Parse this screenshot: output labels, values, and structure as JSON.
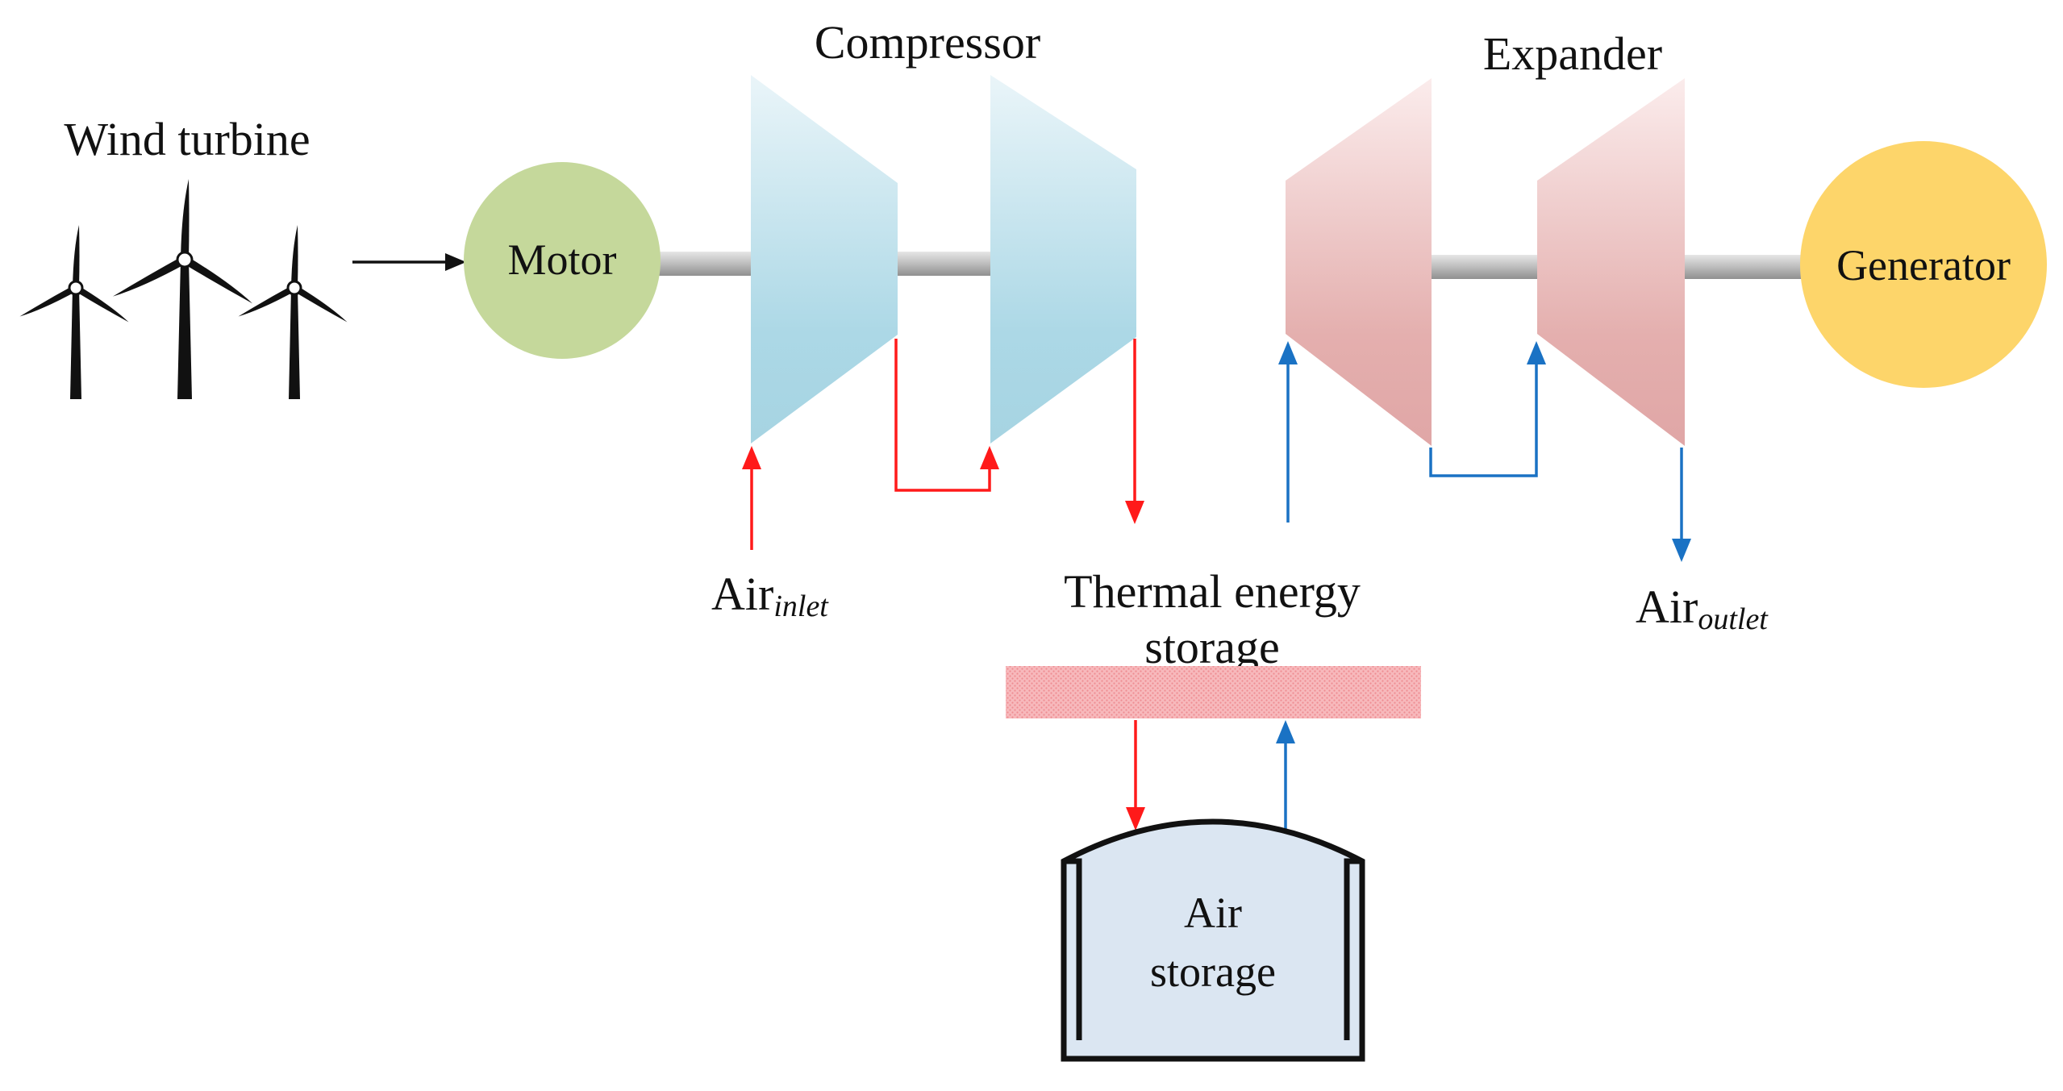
{
  "labels": {
    "wind_turbine": "Wind turbine",
    "compressor": "Compressor",
    "expander": "Expander",
    "motor": "Motor",
    "generator": "Generator",
    "air_inlet_main": "Air",
    "air_inlet_sub": "inlet",
    "air_outlet_main": "Air",
    "air_outlet_sub": "outlet",
    "thermal_storage_line1": "Thermal energy",
    "thermal_storage_line2": "storage",
    "air_storage_line1": "Air",
    "air_storage_line2": "storage"
  },
  "colors": {
    "motor": "#c5d89b",
    "generator": "#fdd56a",
    "compressor_top": "#eaf5f9",
    "compressor_bottom": "#a9d6e4",
    "expander_top": "#fbeaea",
    "expander_bottom": "#e2a8a8",
    "shaft": "#c4c4c4",
    "hot_flow": "#ff1a1a",
    "cold_flow": "#1a72c4",
    "thermal_band": "#f4a4a8",
    "air_storage_fill": "#dbe6f2",
    "outline": "#111111"
  }
}
